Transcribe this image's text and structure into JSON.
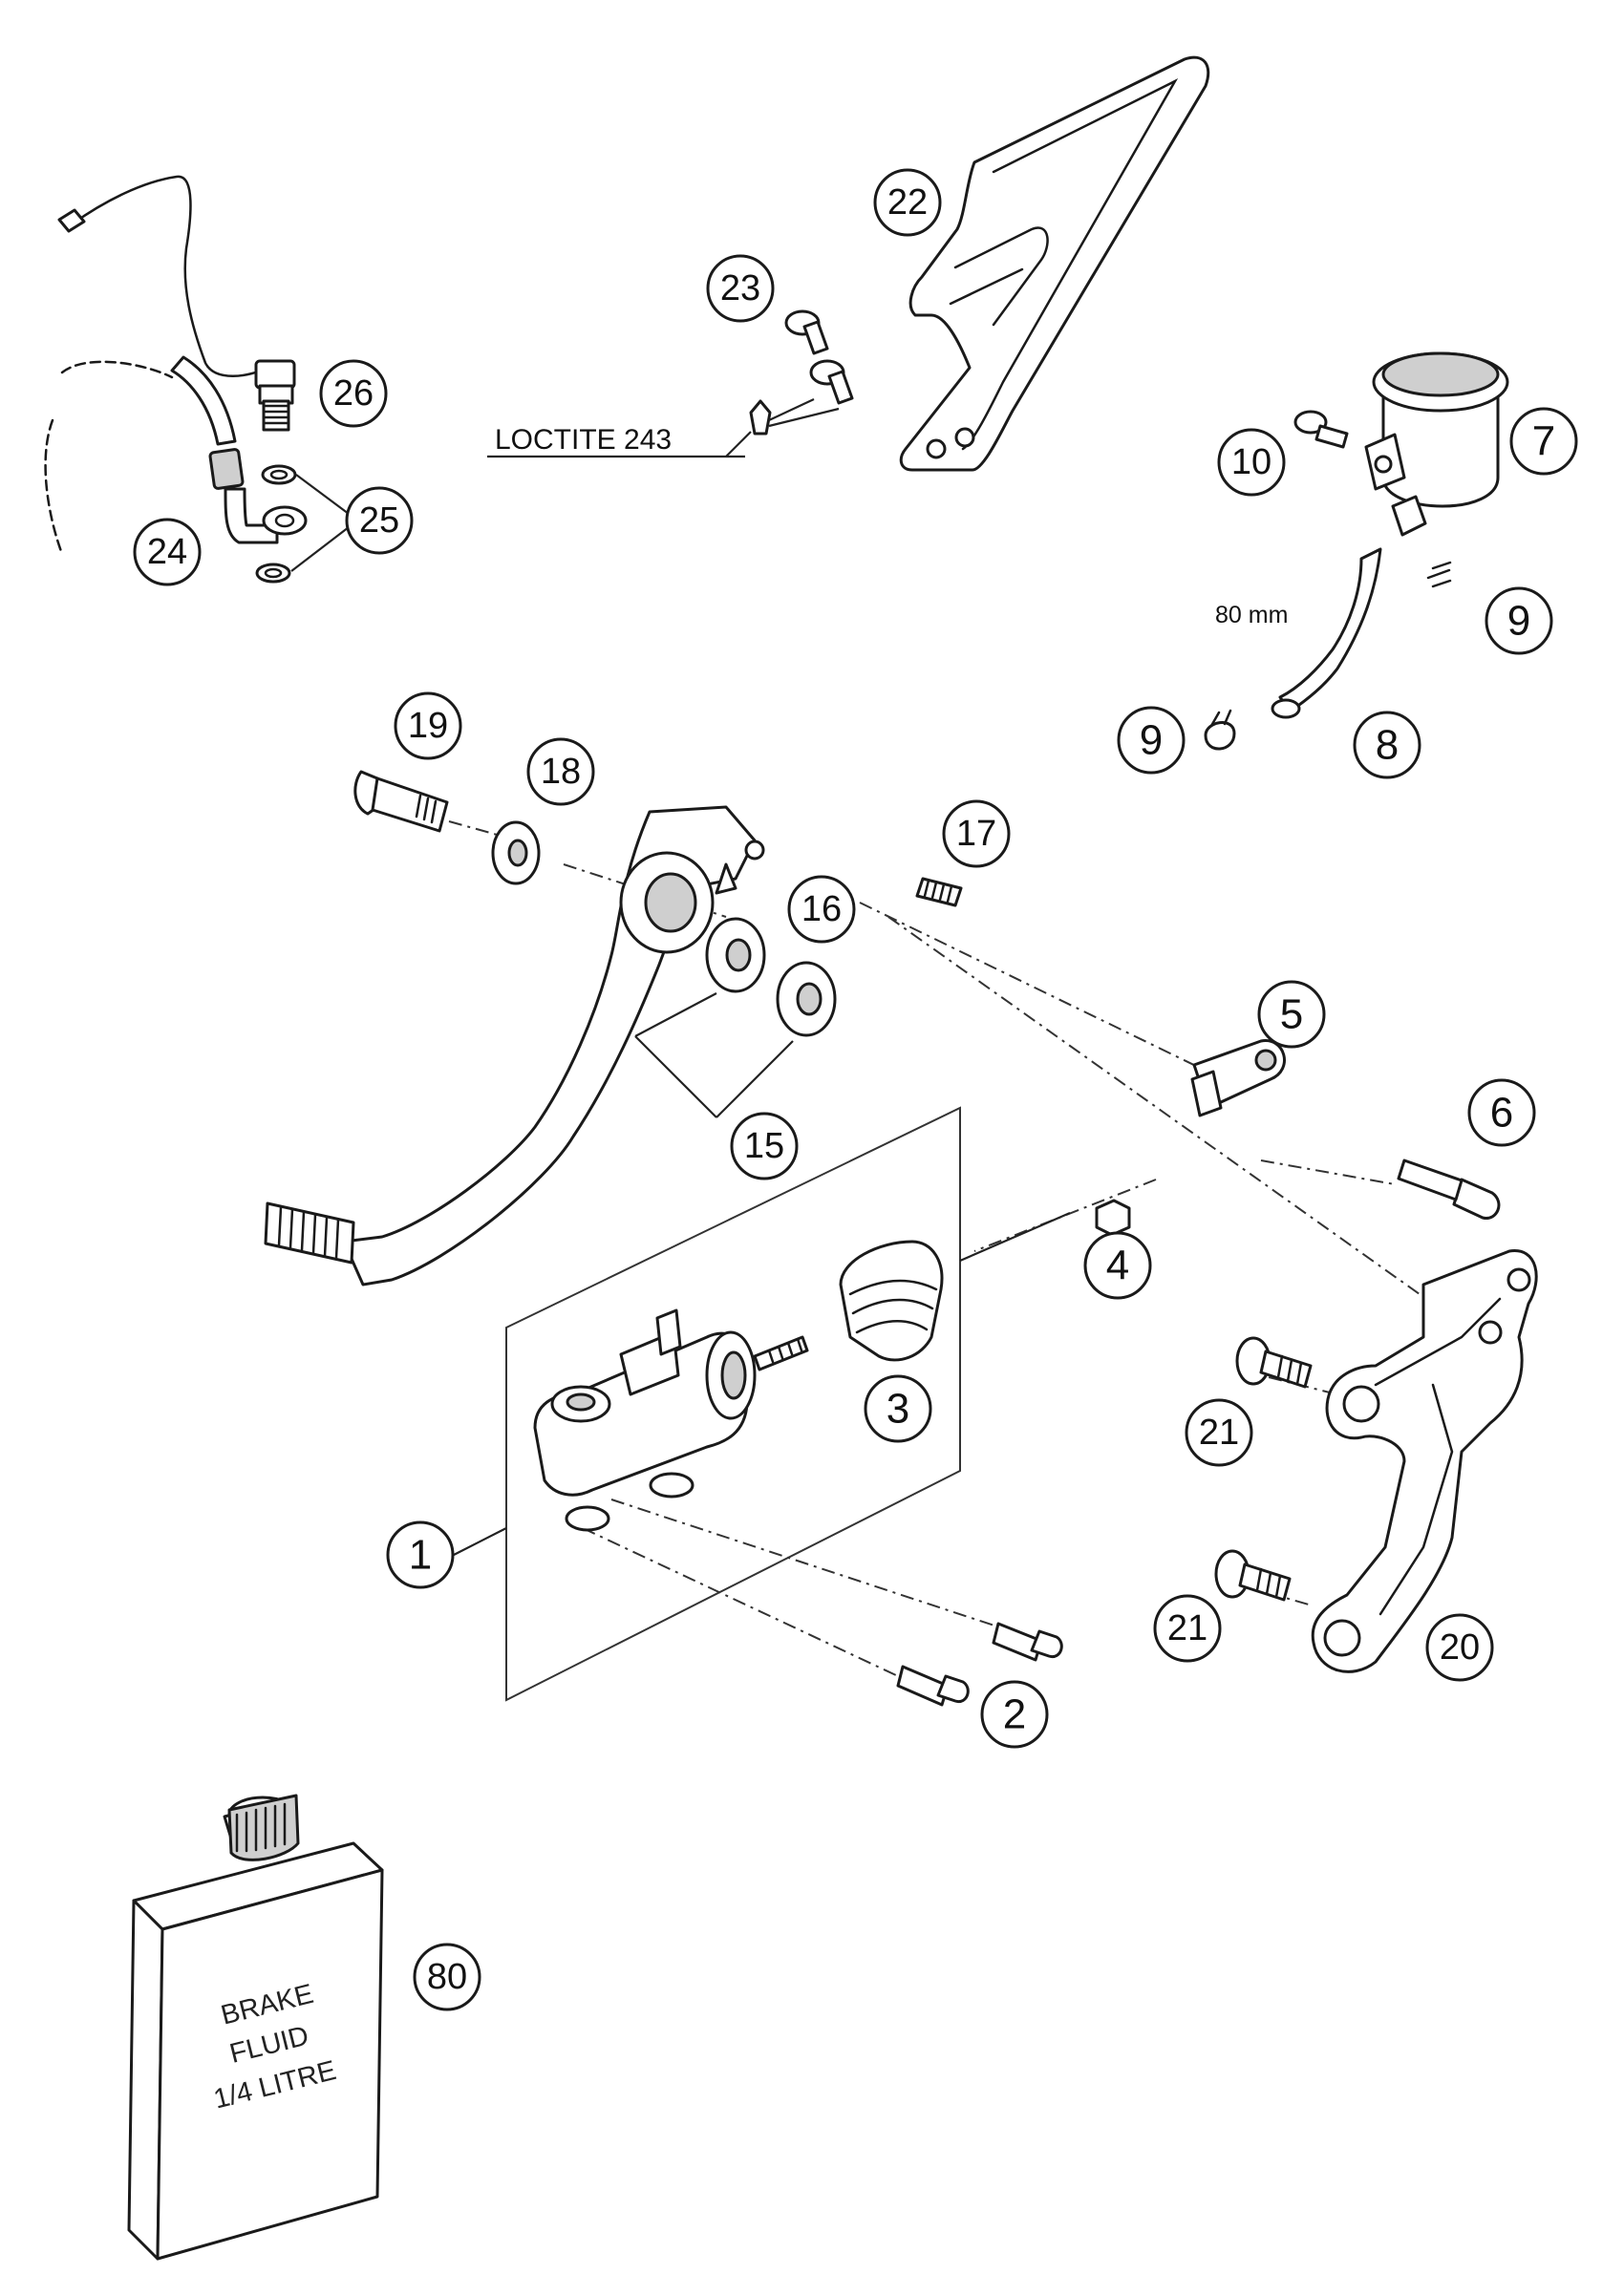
{
  "labels": {
    "loctite": "LOCTITE 243",
    "hose_length": "80 mm"
  },
  "can": {
    "line1": "BRAKE",
    "line2": "FLUID",
    "line3": "1/4 LITRE"
  },
  "callouts": {
    "c1": "1",
    "c2": "2",
    "c3": "3",
    "c4": "4",
    "c5": "5",
    "c6": "6",
    "c7": "7",
    "c8": "8",
    "c9a": "9",
    "c9b": "9",
    "c10": "10",
    "c15": "15",
    "c16": "16",
    "c17": "17",
    "c18": "18",
    "c19": "19",
    "c20": "20",
    "c21a": "21",
    "c21b": "21",
    "c22": "22",
    "c23": "23",
    "c24": "24",
    "c25": "25",
    "c26": "26",
    "c80": "80"
  }
}
